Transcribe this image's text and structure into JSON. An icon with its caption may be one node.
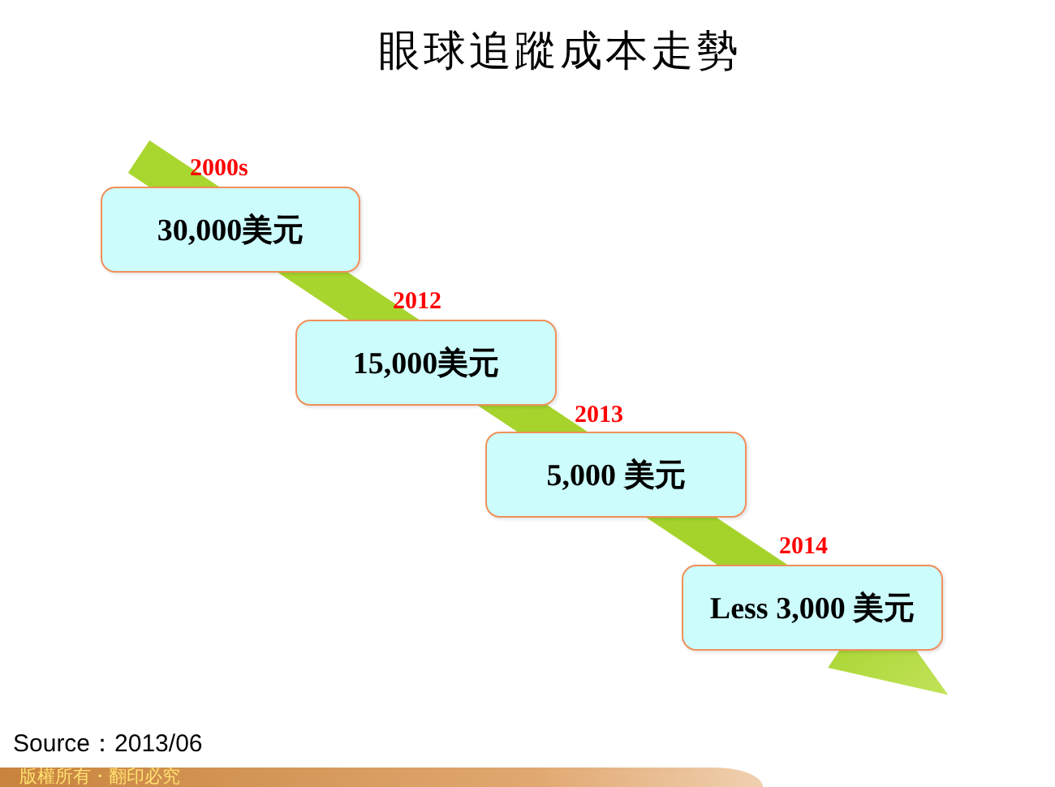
{
  "diagram": {
    "title": "眼球追蹤成本走勢",
    "nodes": [
      {
        "text": [
          "30,000美元"
        ],
        "beside": [
          "2000s"
        ]
      },
      {
        "text": [
          "15,000美元"
        ],
        "beside": [
          "2012"
        ]
      },
      {
        "text": [
          "5,000 美元"
        ],
        "beside": [
          "2013"
        ]
      },
      {
        "text": [
          "Less 3,000 美元"
        ],
        "beside": [
          "2014"
        ]
      }
    ],
    "labels": [
      "Source：2013/06",
      "版權所有・翻印必究"
    ]
  }
}
